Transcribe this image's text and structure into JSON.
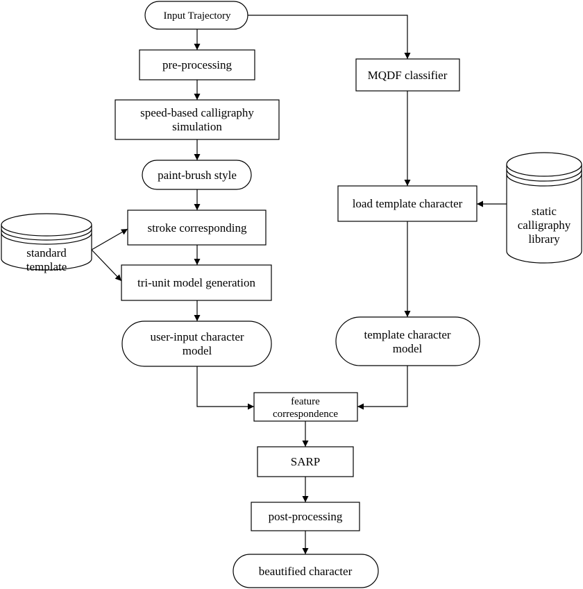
{
  "nodes": {
    "input_trajectory": "Input Trajectory",
    "pre_processing": "pre-processing",
    "speed_based_line1": "speed-based calligraphy",
    "speed_based_line2": "simulation",
    "paint_brush_style": "paint-brush style",
    "stroke_corresponding": "stroke corresponding",
    "tri_unit_model": "tri-unit model generation",
    "user_input_line1": "user-input character",
    "user_input_line2": "model",
    "standard_template_line1": "standard",
    "standard_template_line2": "template",
    "mqdf_classifier": "MQDF classifier",
    "load_template_character": "load template character",
    "static_library_line1": "static",
    "static_library_line2": "calligraphy",
    "static_library_line3": "library",
    "template_model_line1": "template character",
    "template_model_line2": "model",
    "feature_corr_line1": "feature",
    "feature_corr_line2": "correspondence",
    "sarp": "SARP",
    "post_processing": "post-processing",
    "beautified_character": "beautified character"
  }
}
